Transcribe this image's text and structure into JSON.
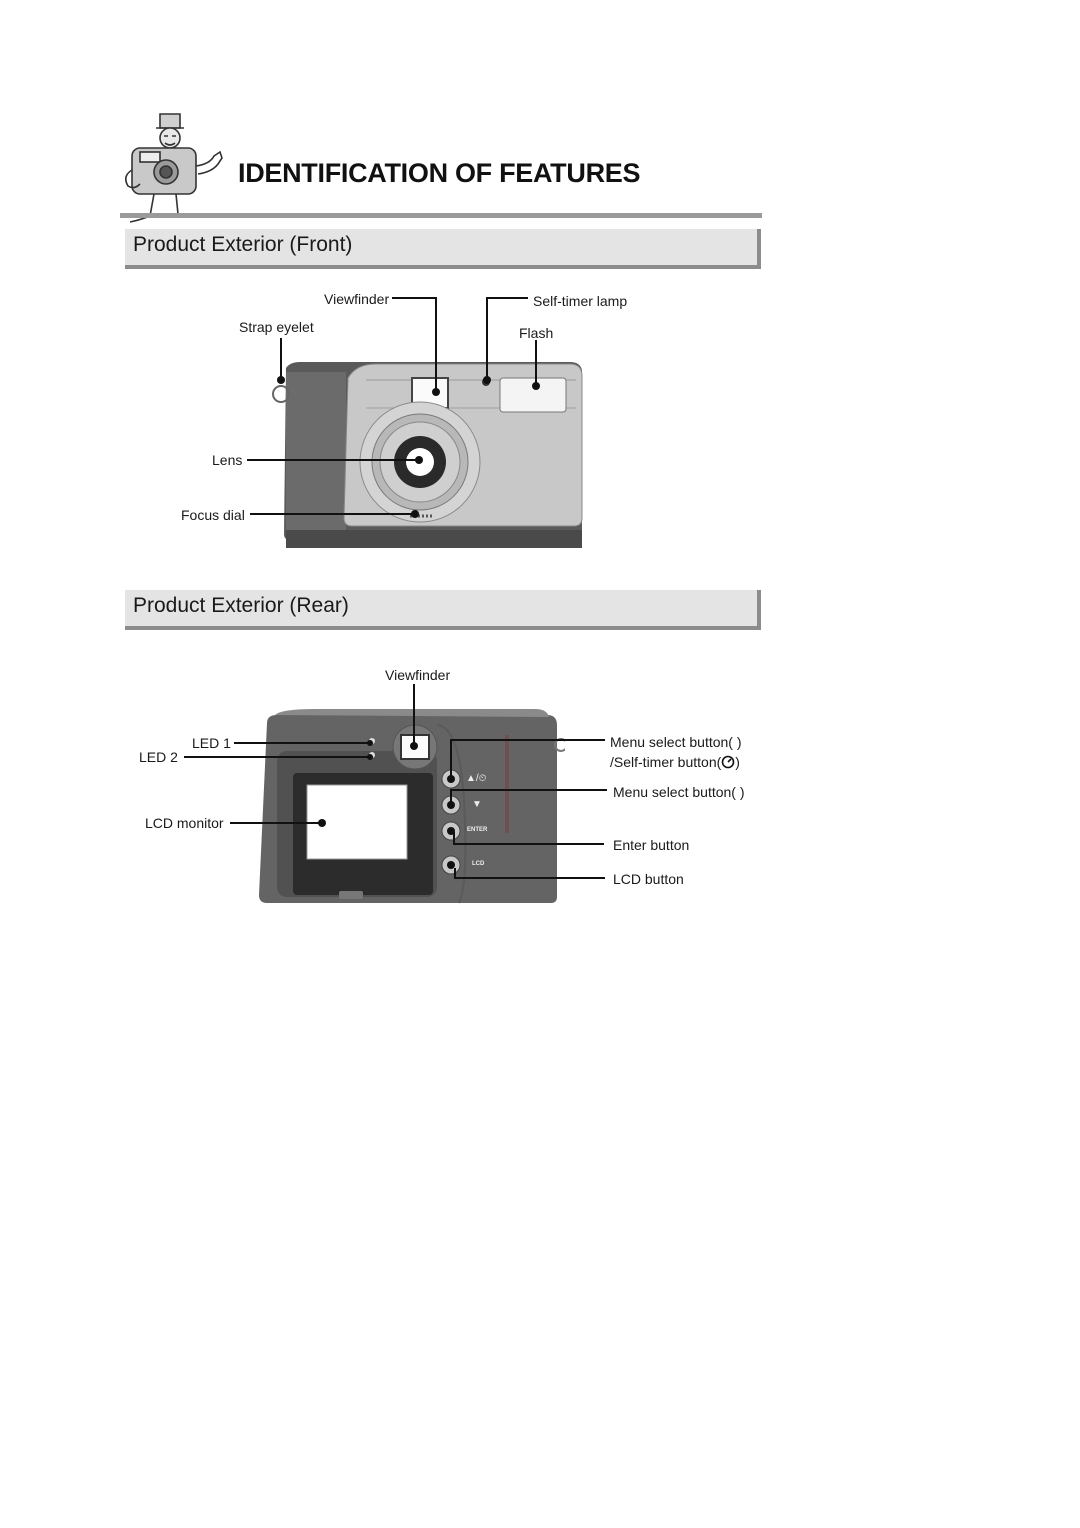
{
  "page_title": "IDENTIFICATION OF FEATURES",
  "front": {
    "heading": "Product Exterior (Front)",
    "labels": {
      "viewfinder": "Viewfinder",
      "self_timer_lamp": "Self-timer lamp",
      "strap_eyelet": "Strap eyelet",
      "flash": "Flash",
      "lens": "Lens",
      "focus_dial": "Focus dial"
    }
  },
  "rear": {
    "heading": "Product Exterior (Rear)",
    "labels": {
      "viewfinder": "Viewfinder",
      "led1": "LED 1",
      "led2": "LED 2",
      "lcd_monitor": "LCD monitor",
      "menu_select_up": "Menu select button(   )",
      "self_timer_button": "/Self-timer button(",
      "self_timer_close": ")",
      "menu_select_down": "Menu select button(   )",
      "enter_button": "Enter button",
      "lcd_button": "LCD button"
    },
    "body_marks": {
      "up_selftimer": "▲/⏲",
      "down": "▼",
      "enter": "ENTER",
      "lcd": "LCD"
    }
  },
  "icons": {
    "mascot": "camera-mascot-icon",
    "self_timer": "self-timer-icon"
  }
}
